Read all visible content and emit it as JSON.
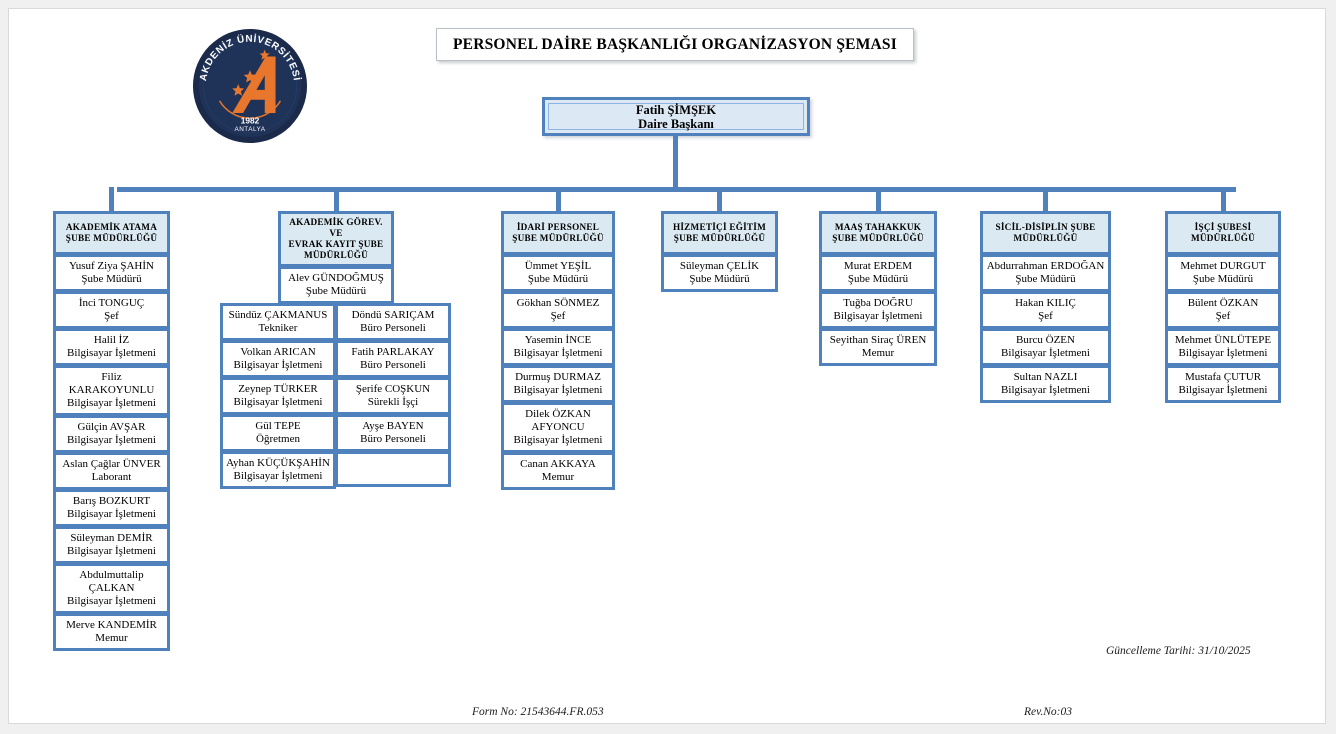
{
  "document": {
    "title": "PERSONEL DAİRE BAŞKANLIĞI ORGANİZASYON ŞEMASI",
    "logo_alt": "Akdeniz Üniversitesi amblemi",
    "logo_text_top": "AKDENİZ ÜNİVERSİTESİ",
    "logo_year": "1982",
    "logo_city": "ANTALYA"
  },
  "colors": {
    "border_blue": "#4f81bd",
    "header_fill": "#dbeaf2",
    "root_fill": "#dce9f5",
    "page_bg": "#ffffff",
    "outer_bg": "#f0f0f0"
  },
  "root": {
    "name": "Fatih ŞİMŞEK",
    "title": "Daire Başkanı"
  },
  "departments": [
    {
      "id": "akademik-atama",
      "header": [
        "AKADEMİK ATAMA",
        "ŞUBE MÜDÜRLÜĞÜ"
      ],
      "layout": "single",
      "staff": [
        {
          "name": "Yusuf Ziya ŞAHİN",
          "title": "Şube Müdürü"
        },
        {
          "name": "İnci TONGUÇ",
          "title": "Şef"
        },
        {
          "name": "Halil İZ",
          "title": "Bilgisayar İşletmeni"
        },
        {
          "name": "Filiz  KARAKOYUNLU",
          "title": "Bilgisayar İşletmeni"
        },
        {
          "name": "Gülçin AVŞAR",
          "title": "Bilgisayar İşletmeni"
        },
        {
          "name": "Aslan Çağlar ÜNVER",
          "title": "Laborant"
        },
        {
          "name": "Barış BOZKURT",
          "title": "Bilgisayar İşletmeni"
        },
        {
          "name": "Süleyman DEMİR",
          "title": "Bilgisayar İşletmeni"
        },
        {
          "name": "Abdulmuttalip ÇALKAN",
          "title": "Bilgisayar İşletmeni"
        },
        {
          "name": "Merve KANDEMİR",
          "title": "Memur"
        }
      ]
    },
    {
      "id": "akademik-gorev-evrak-kayit",
      "header": [
        "AKADEMİK GÖREV. VE",
        "EVRAK KAYIT ŞUBE",
        "MÜDÜRLÜĞÜ"
      ],
      "layout": "two-column",
      "manager": {
        "name": "Alev GÜNDOĞMUŞ",
        "title": "Şube Müdürü"
      },
      "staff_left": [
        {
          "name": "Sündüz ÇAKMANUS",
          "title": "Tekniker"
        },
        {
          "name": "Volkan  ARICAN",
          "title": "Bilgisayar İşletmeni"
        },
        {
          "name": "Zeynep TÜRKER",
          "title": "Bilgisayar İşletmeni"
        },
        {
          "name": "Gül TEPE",
          "title": "Öğretmen"
        },
        {
          "name": "Ayhan KÜÇÜKŞAHİN",
          "title": "Bilgisayar İşletmeni"
        }
      ],
      "staff_right": [
        {
          "name": "Döndü  SARIÇAM",
          "title": "Büro Personeli"
        },
        {
          "name": "Fatih PARLAKAY",
          "title": "Büro Personeli"
        },
        {
          "name": "Şerife COŞKUN",
          "title": "Sürekli İşçi"
        },
        {
          "name": "Ayşe BAYEN",
          "title": "Büro Personeli"
        },
        {
          "name": "",
          "title": ""
        }
      ]
    },
    {
      "id": "idari-personel",
      "header": [
        "İDARİ PERSONEL",
        "ŞUBE MÜDÜRLÜĞÜ"
      ],
      "layout": "single",
      "staff": [
        {
          "name": "Ümmet YEŞİL",
          "title": "Şube Müdürü"
        },
        {
          "name": "Gökhan SÖNMEZ",
          "title": "Şef"
        },
        {
          "name": "Yasemin İNCE",
          "title": "Bilgisayar İşletmeni"
        },
        {
          "name": "Durmuş DURMAZ",
          "title": "Bilgisayar İşletmeni"
        },
        {
          "name": "Dilek ÖZKAN AFYONCU",
          "title": "Bilgisayar İşletmeni"
        },
        {
          "name": "Canan AKKAYA",
          "title": "Memur"
        }
      ]
    },
    {
      "id": "hizmetici-egitim",
      "header": [
        "HİZMETİÇİ EĞİTİM",
        "ŞUBE MÜDÜRLÜĞÜ"
      ],
      "layout": "single",
      "staff": [
        {
          "name": "Süleyman ÇELİK",
          "title": "Şube Müdürü"
        }
      ]
    },
    {
      "id": "maas-tahakkuk",
      "header": [
        "MAAŞ TAHAKKUK",
        "ŞUBE MÜDÜRLÜĞÜ"
      ],
      "layout": "single",
      "staff": [
        {
          "name": "Murat ERDEM",
          "title": "Şube Müdürü"
        },
        {
          "name": "Tuğba DOĞRU",
          "title": "Bilgisayar İşletmeni"
        },
        {
          "name": "Seyithan Siraç ÜREN",
          "title": "Memur"
        }
      ]
    },
    {
      "id": "sicil-disiplin",
      "header": [
        "SİCİL-DİSİPLİN  ŞUBE",
        "MÜDÜRLÜĞÜ"
      ],
      "layout": "single",
      "staff": [
        {
          "name": "Abdurrahman ERDOĞAN",
          "title": "Şube Müdürü"
        },
        {
          "name": "Hakan KILIÇ",
          "title": "Şef"
        },
        {
          "name": "Burcu  ÖZEN",
          "title": "Bilgisayar İşletmeni"
        },
        {
          "name": "Sultan NAZLI",
          "title": "Bilgisayar İşletmeni"
        }
      ]
    },
    {
      "id": "isci-subesi",
      "header": [
        "İŞÇİ ŞUBESİ",
        "MÜDÜRLÜĞÜ"
      ],
      "layout": "single",
      "staff": [
        {
          "name": "Mehmet DURGUT",
          "title": "Şube Müdürü"
        },
        {
          "name": "Bülent ÖZKAN",
          "title": "Şef"
        },
        {
          "name": "Mehmet ÜNLÜTEPE",
          "title": "Bilgisayar İşletmeni"
        },
        {
          "name": "Mustafa ÇUTUR",
          "title": "Bilgisayar İşletmeni"
        }
      ]
    }
  ],
  "footer": {
    "update_label": "Güncelleme Tarihi: 31/10/2025",
    "form_no": "Form No: 21543644.FR.053",
    "rev_no": "Rev.No:03"
  }
}
